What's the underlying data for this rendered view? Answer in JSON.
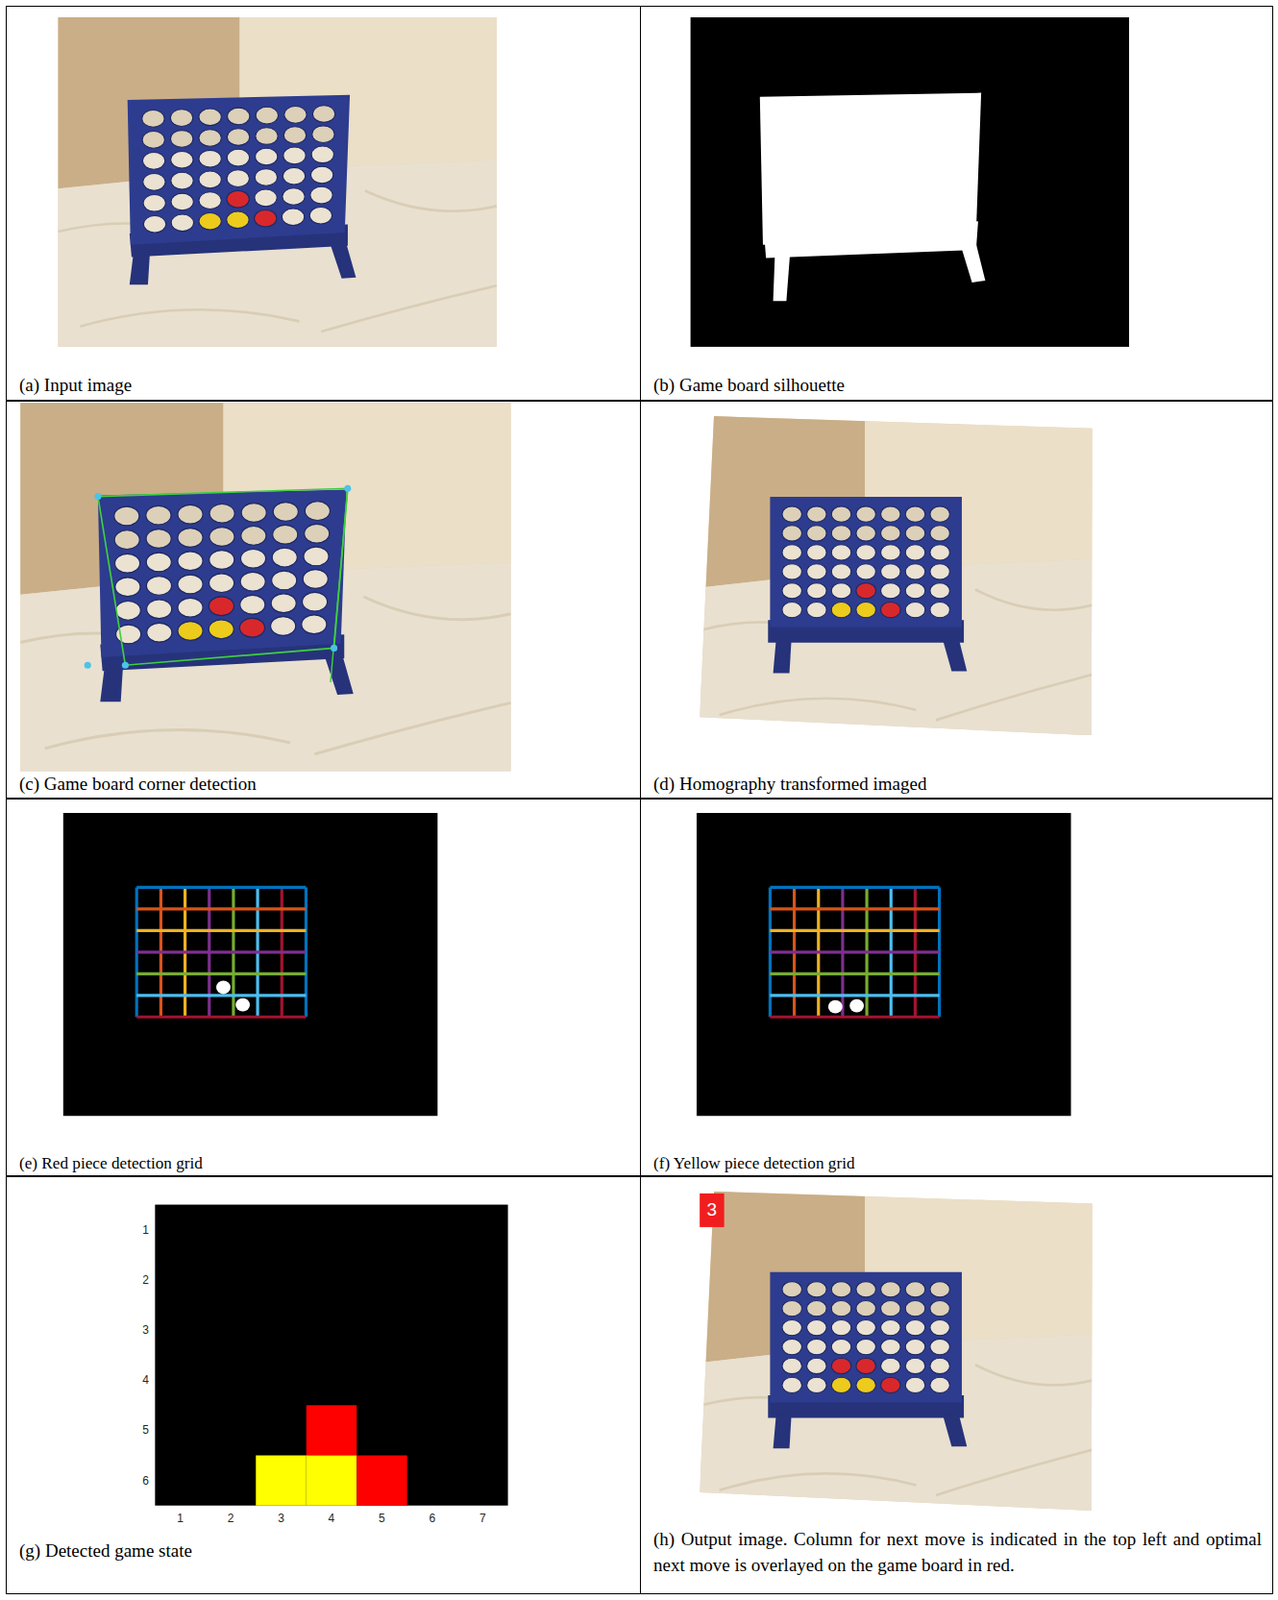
{
  "diagram": {
    "nodes": [
      {
        "text": [
          "(a) Input image"
        ]
      },
      {
        "text": [
          "(b) Game board silhouette"
        ]
      },
      {
        "text": [
          "(c) Game board corner detection"
        ]
      },
      {
        "text": [
          "(d) Homography transformed imaged"
        ]
      },
      {
        "text": [
          "(e) Red piece detection grid"
        ]
      },
      {
        "text": [
          "(f) Yellow piece detection grid"
        ]
      },
      {
        "text": [
          "(g) Detected game state"
        ]
      },
      {
        "text": [
          "(h) Output image. Column for next move is indicated in the top left and optimal next move is overlayed on the game board in red."
        ]
      }
    ],
    "labels": [
      "1",
      "2",
      "3",
      "4",
      "5",
      "6",
      "1",
      "2",
      "3",
      "4",
      "5",
      "6",
      "7",
      "3"
    ]
  }
}
